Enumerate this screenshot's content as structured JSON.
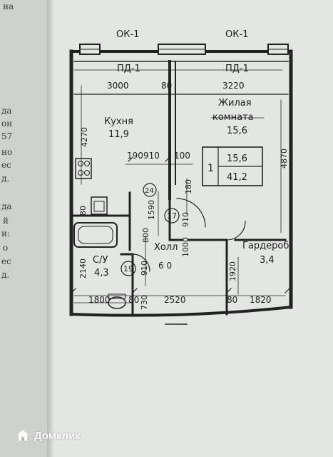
{
  "left_page": {
    "lines": [
      "на",
      "да",
      "он",
      "57",
      "но",
      "ес",
      "д.",
      "да",
      "й",
      "и:",
      "о",
      "ес",
      "д."
    ]
  },
  "plan": {
    "windows": {
      "left": "ОК-1",
      "right": "ОК-1"
    },
    "openings": {
      "left": "ПД-1",
      "right": "ПД-1"
    },
    "dims": {
      "kitchen_top": "3000",
      "wall_80": "80",
      "room_top": "3220",
      "kitchen_side": "4270",
      "room_side": "4870",
      "dim_190": "190",
      "dim_910a": "910",
      "dim_100a": "100",
      "dim_180": "180",
      "dim_1590": "1590",
      "dim_910b": "910",
      "dim_800": "800",
      "dim_1000": "1000",
      "dim_80c": "80",
      "dim_2140": "2140",
      "dim_910c": "910",
      "dim_600": "6 0",
      "dim_1920": "1920",
      "dim_1800": "1800",
      "dim_80d": "80",
      "dim_730": "730",
      "dim_2520": "2520",
      "dim_80e": "80",
      "dim_1820": "1820"
    },
    "rooms": {
      "kitchen": {
        "name": "Кухня",
        "area": "11,9"
      },
      "living": {
        "name1": "Жилая",
        "name2": "комната",
        "area": "15,6"
      },
      "hall": {
        "name": "Холл",
        "num": "17"
      },
      "bath": {
        "name": "С/У",
        "area": "4,3",
        "num": "19"
      },
      "wardrobe": {
        "name": "Гардероб",
        "area": "3,4"
      },
      "shaft_num": "24"
    },
    "summary": {
      "rooms": "1",
      "living_area": "15,6",
      "total_area": "41,2"
    }
  },
  "watermark": {
    "text": "Домклик"
  }
}
